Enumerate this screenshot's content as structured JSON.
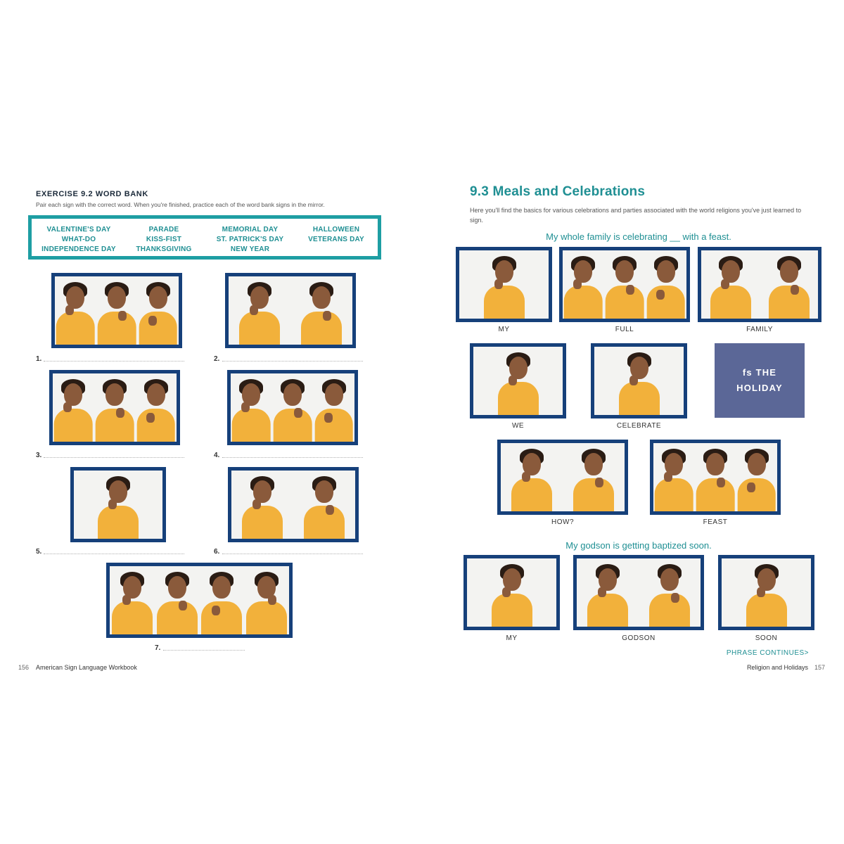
{
  "left_page": {
    "exercise_title": "EXERCISE 9.2 WORD BANK",
    "instructions": "Pair each sign with the correct word. When you're finished, practice each of the word bank signs in the mirror.",
    "word_bank": [
      [
        "VALENTINE'S DAY",
        "WHAT-DO",
        "INDEPENDENCE DAY"
      ],
      [
        "PARADE",
        "KISS-FIST",
        "THANKSGIVING"
      ],
      [
        "MEMORIAL DAY",
        "ST. PATRICK'S DAY",
        "NEW YEAR"
      ],
      [
        "HALLOWEEN",
        "VETERANS DAY"
      ]
    ],
    "item_numbers": [
      "1.",
      "2.",
      "3.",
      "4.",
      "5.",
      "6.",
      "7."
    ],
    "footer_page": "156",
    "footer_title": "American Sign Language Workbook"
  },
  "right_page": {
    "section_title": "9.3 Meals and Celebrations",
    "intro": "Here you'll find the basics for various celebrations and parties associated with the world religions you've just learned to sign.",
    "phrase1": "My whole family is celebrating __ with a feast.",
    "phrase1_signs": [
      "MY",
      "FULL",
      "FAMILY",
      "WE",
      "CELEBRATE",
      "HOW?",
      "FEAST"
    ],
    "fingerspell_box": "fs THE HOLIDAY",
    "phrase2": "My godson is getting baptized soon.",
    "phrase2_signs": [
      "MY",
      "GODSON",
      "SOON"
    ],
    "continues": "PHRASE CONTINUES>",
    "footer_title": "Religion and Holidays",
    "footer_page": "157"
  },
  "colors": {
    "teal": "#1f8f93",
    "navy": "#16407a",
    "shirt": "#f2b13b",
    "fs_box": "#5b6797"
  },
  "icons": [
    "person-signing-photo"
  ]
}
